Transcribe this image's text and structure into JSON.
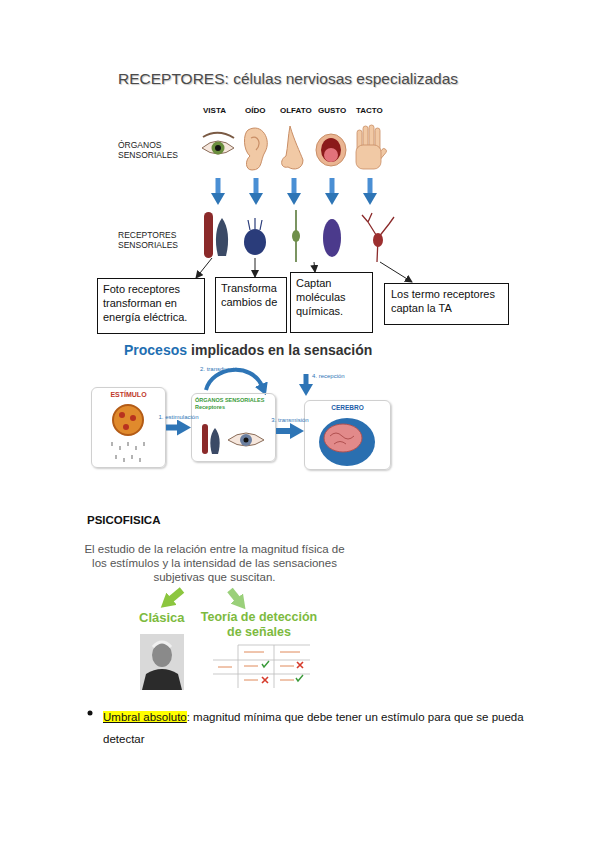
{
  "diagram": {
    "title": "RECEPTORES: células nerviosas especializadas",
    "nodes": [
      {
        "text": [
          "Foto receptores transforman en energía eléctrica."
        ]
      },
      {
        "text": [
          "Transforma cambios de"
        ]
      },
      {
        "text": [
          "Captan moléculas químicas."
        ]
      },
      {
        "text": [
          "Los termo receptores captan la TA"
        ]
      },
      {
        "text": [
          "ESTÍMULO"
        ]
      },
      {
        "text": [
          "ÓRGANOS SENSORIALES",
          "Receptores"
        ]
      },
      {
        "text": [
          "CEREBRO"
        ]
      }
    ],
    "edges": [
      {
        "from": 4,
        "to": 5,
        "arrow": "to",
        "label": "1. estimulación"
      },
      {
        "from": 5,
        "to": 6,
        "arrow": "to",
        "label": "3. transmisión"
      }
    ],
    "labels": [
      "VISTA",
      "OÍDO",
      "OLFATO",
      "GUSTO",
      "TACTO",
      "ÓRGANOS SENSORIALES",
      "RECEPTORES SENSORIALES",
      "Procesos",
      "implicados en la sensación",
      "2. transducción",
      "4. recepción",
      "PSICOFISICA",
      "El estudio de la relación entre la magnitud física de los estímulos y la intensidad de las sensaciones subjetivas que suscitan.",
      "Clásica",
      "Teoría de detección de señales",
      "Umbral absoluto",
      ": magnitud mínima que debe tener un estímulo para que se pueda detectar"
    ]
  }
}
